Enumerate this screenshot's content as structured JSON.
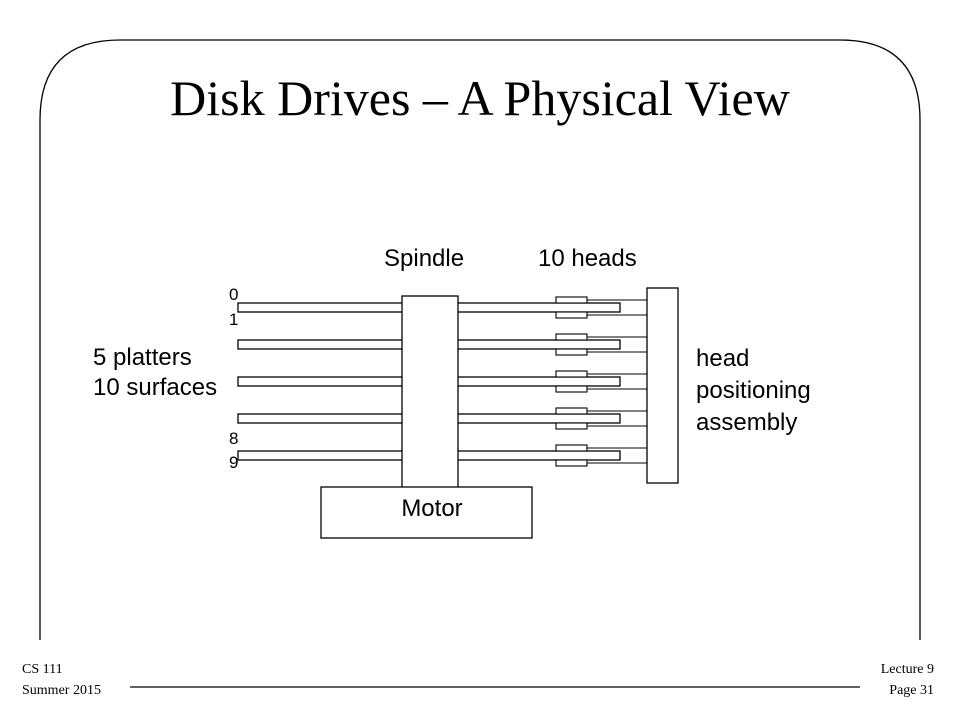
{
  "slide": {
    "title": "Disk Drives – A Physical View"
  },
  "diagram": {
    "spindle_label": "Spindle",
    "heads_label": "10 heads",
    "platters_label": "5 platters",
    "surfaces_label": "10 surfaces",
    "assembly_label_lines": [
      "head",
      "positioning",
      "assembly"
    ],
    "motor_label": "Motor",
    "surface_numbers": [
      "0",
      "1",
      "8",
      "9"
    ],
    "platter_count": 5,
    "head_count": 10
  },
  "footer": {
    "course": "CS 111",
    "term": "Summer 2015",
    "lecture": "Lecture 9",
    "page": "Page 31"
  }
}
